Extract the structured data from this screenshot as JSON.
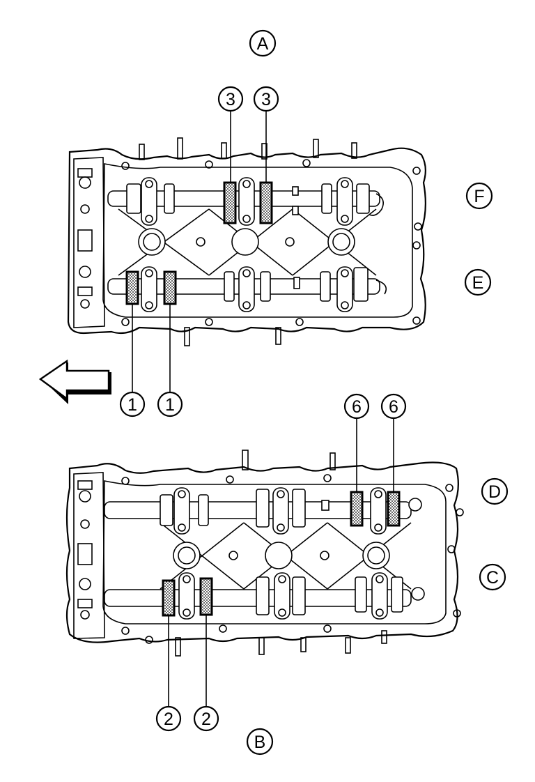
{
  "labels": {
    "view_a": "A",
    "view_b": "B",
    "cam_c": "C",
    "cam_d": "D",
    "cam_e": "E",
    "cam_f": "F"
  },
  "callouts": {
    "top_upper_left": "3",
    "top_upper_right": "3",
    "top_lower_left": "1",
    "top_lower_right": "1",
    "bottom_upper_left": "6",
    "bottom_upper_right": "6",
    "bottom_lower_left": "2",
    "bottom_lower_right": "2"
  },
  "icons": {
    "direction_arrow": "front-direction-arrow-icon"
  }
}
